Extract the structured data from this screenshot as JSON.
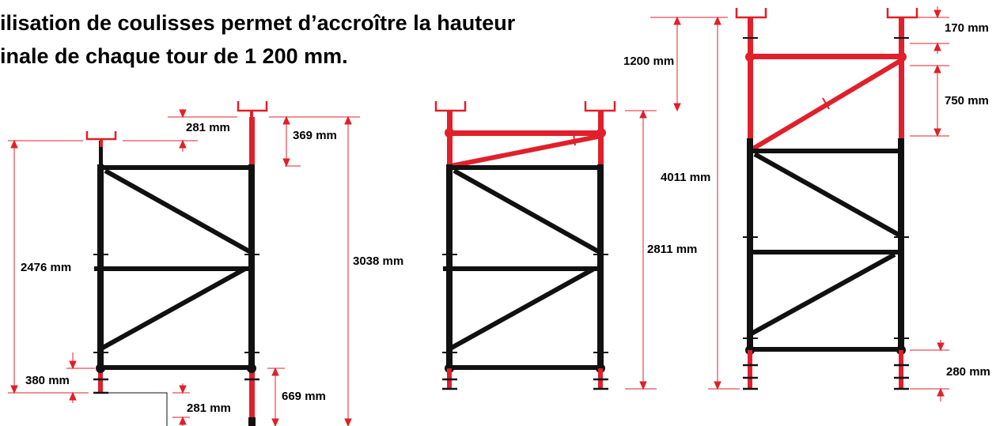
{
  "heading": {
    "line1": "ilisation de coulisses permet d’accroître la hauteur",
    "line2": "inale de chaque tour de 1 200 mm."
  },
  "colors": {
    "frame": "#111111",
    "extension": "#e0202a",
    "dimension": "#e0202a",
    "text": "#000000"
  },
  "labels": {
    "t1_281_top": "281 mm",
    "t1_369": "369 mm",
    "t1_2476": "2476 mm",
    "t1_3038": "3038 mm",
    "t1_380": "380 mm",
    "t1_281_bottom": "281 mm",
    "t1_669": "669  mm",
    "t2_2811": "2811 mm",
    "t3_1200": "1200 mm",
    "t3_4011": "4011 mm",
    "t3_170": "170 mm",
    "t3_750": "750 mm",
    "t3_280": "280 mm"
  }
}
